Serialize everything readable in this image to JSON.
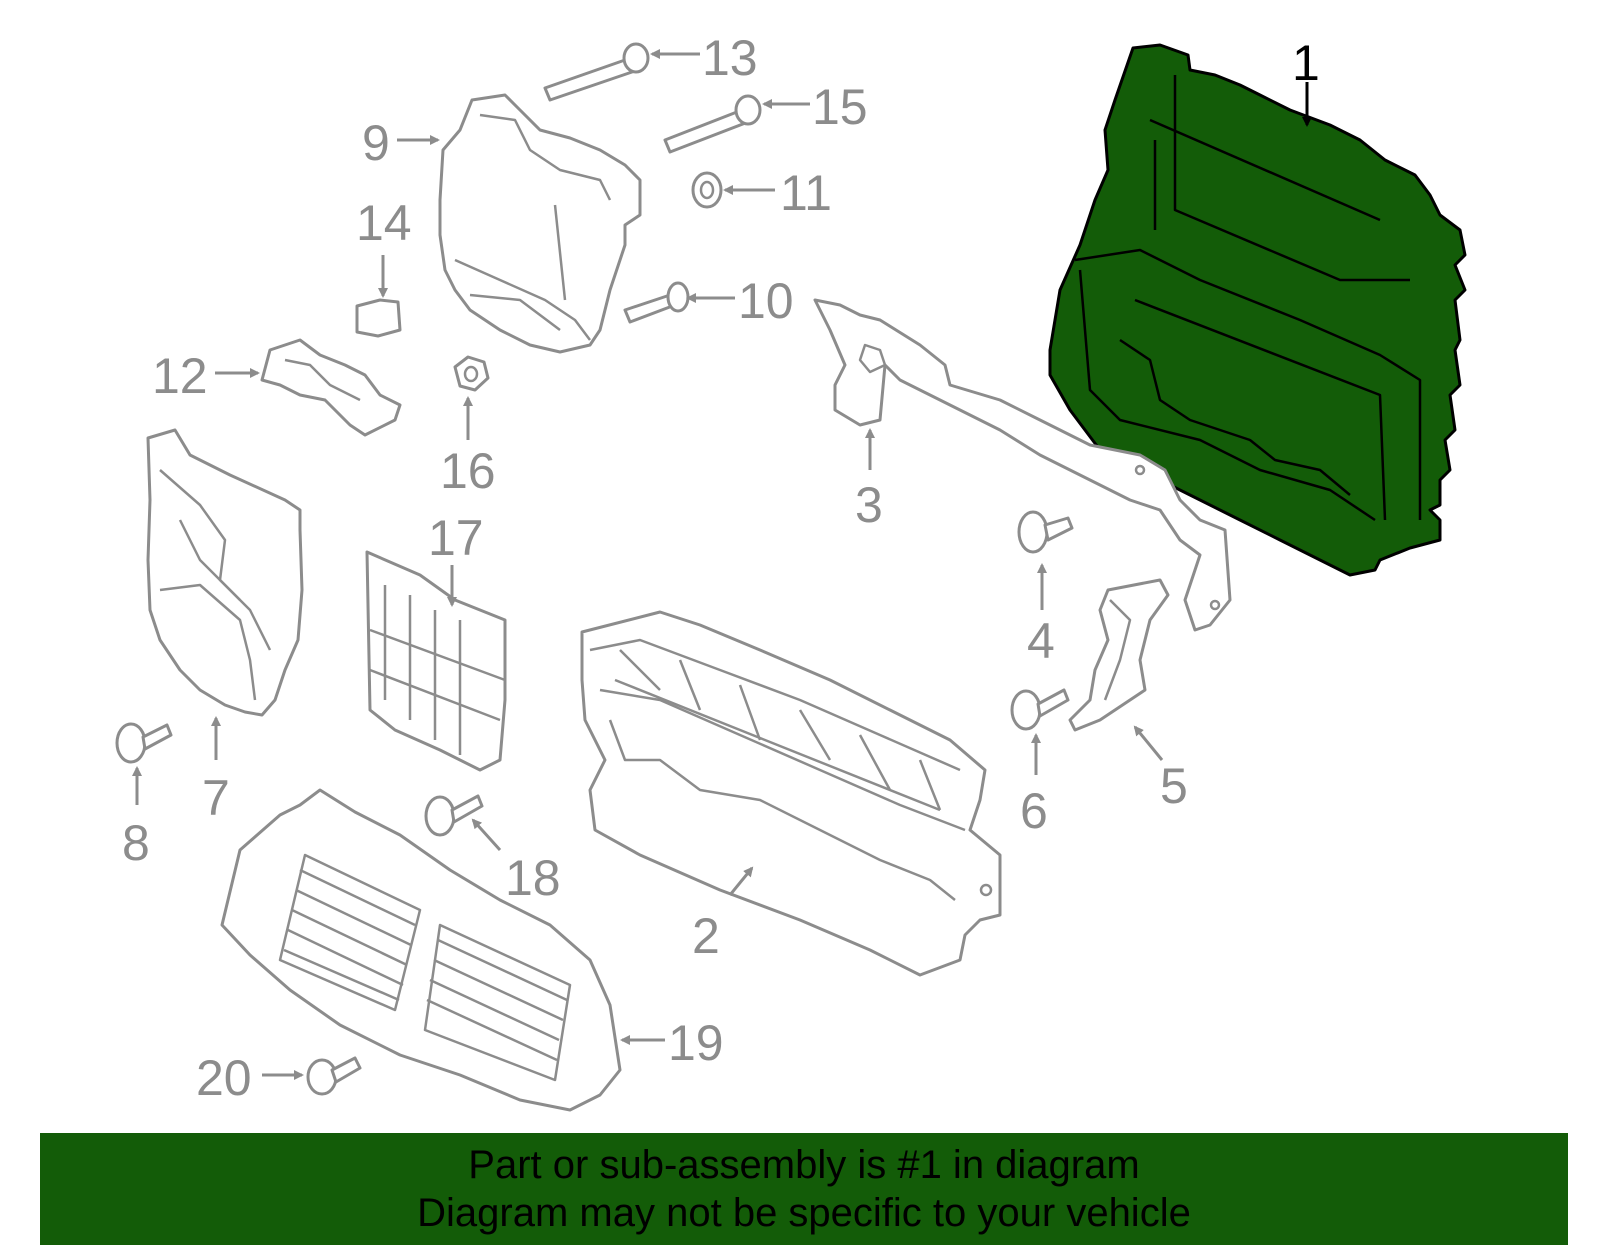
{
  "diagram": {
    "highlighted_part": "1",
    "highlight_color": "#135c08",
    "line_color": "#8c8c8c",
    "callouts": [
      {
        "id": "c1",
        "label": "1"
      },
      {
        "id": "c2",
        "label": "2"
      },
      {
        "id": "c3",
        "label": "3"
      },
      {
        "id": "c4",
        "label": "4"
      },
      {
        "id": "c5",
        "label": "5"
      },
      {
        "id": "c6",
        "label": "6"
      },
      {
        "id": "c7",
        "label": "7"
      },
      {
        "id": "c8",
        "label": "8"
      },
      {
        "id": "c9",
        "label": "9"
      },
      {
        "id": "c10",
        "label": "10"
      },
      {
        "id": "c11",
        "label": "11"
      },
      {
        "id": "c12",
        "label": "12"
      },
      {
        "id": "c13",
        "label": "13"
      },
      {
        "id": "c14",
        "label": "14"
      },
      {
        "id": "c15",
        "label": "15"
      },
      {
        "id": "c16",
        "label": "16"
      },
      {
        "id": "c17",
        "label": "17"
      },
      {
        "id": "c18",
        "label": "18"
      },
      {
        "id": "c19",
        "label": "19"
      },
      {
        "id": "c20",
        "label": "20"
      }
    ]
  },
  "banner": {
    "line1": "Part or sub-assembly is #1 in diagram",
    "line2": "Diagram may not be specific to your vehicle",
    "background": "#135c08"
  }
}
